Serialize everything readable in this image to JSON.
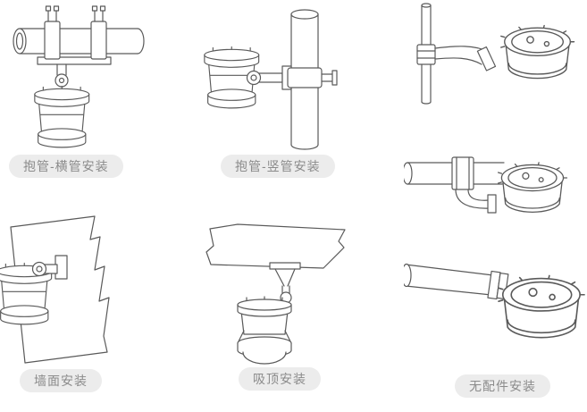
{
  "colors": {
    "background": "#ffffff",
    "line_art": "#5a5a5a",
    "label_background": "#ececec",
    "label_text": "#8b8b8b"
  },
  "labels": {
    "pipe_horizontal": "抱管-横管安装",
    "pipe_vertical": "抱管-竖管安装",
    "wall_mount": "墙面安装",
    "ceiling_mount": "吸顶安装",
    "no_accessory": "无配件安装"
  },
  "illustrations": [
    {
      "name": "pipe-clamp-horizontal-illustration"
    },
    {
      "name": "pipe-clamp-vertical-illustration"
    },
    {
      "name": "pole-elbow-conduit-illustration"
    },
    {
      "name": "pipe-tee-conduit-illustration"
    },
    {
      "name": "wall-bracket-illustration"
    },
    {
      "name": "ceiling-bracket-illustration"
    },
    {
      "name": "direct-pipe-mount-illustration"
    }
  ]
}
